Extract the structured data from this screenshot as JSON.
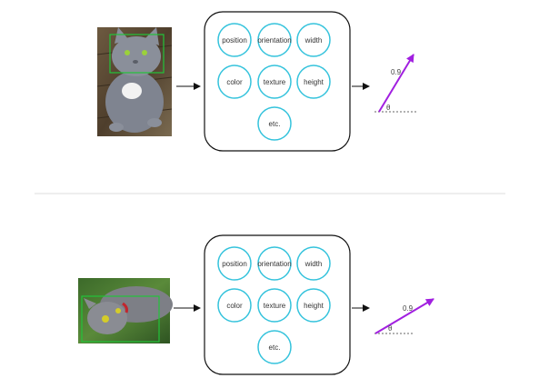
{
  "rows": [
    {
      "id": "top",
      "capsules": [
        "position",
        "orientation",
        "width",
        "color",
        "texture",
        "height",
        "etc."
      ],
      "vector": {
        "length_label": "0.9",
        "angle_label": "θ"
      }
    },
    {
      "id": "bottom",
      "capsules": [
        "position",
        "orientation",
        "width",
        "color",
        "texture",
        "height",
        "etc."
      ],
      "vector": {
        "length_label": "0.9",
        "angle_label": "θ"
      }
    }
  ],
  "colors": {
    "capsule_stroke": "#35c3dc",
    "vector": "#a11fe0",
    "bbox": "#22c43a",
    "divider": "#dddddd",
    "box_stroke": "#111111"
  },
  "images": [
    "cat-photo-upright",
    "cat-photo-lying"
  ]
}
